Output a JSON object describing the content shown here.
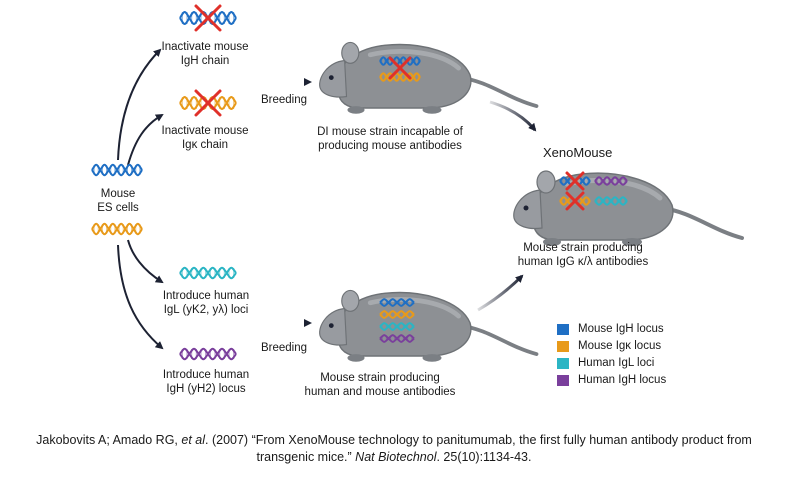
{
  "labels": {
    "inactivate_igh": [
      "Inactivate mouse",
      "IgH chain"
    ],
    "inactivate_igk": [
      "Inactivate mouse",
      "Igκ chain"
    ],
    "es_cells": [
      "Mouse",
      "ES cells"
    ],
    "introduce_igl": [
      "Introduce human",
      "IgL (yK2, yλ) loci"
    ],
    "introduce_igh": [
      "Introduce human",
      "IgH (yH2) locus"
    ],
    "breeding_top": "Breeding",
    "breeding_bottom": "Breeding",
    "di_mouse": [
      "DI mouse strain incapable of",
      "producing mouse antibodies"
    ],
    "xenomouse_title": "XenoMouse",
    "xenomouse_desc": [
      "Mouse strain producing",
      "human IgG κ/λ antibodies"
    ],
    "mixed_mouse": [
      "Mouse strain producing",
      "human and mouse antibodies"
    ]
  },
  "legend": [
    {
      "label": "Mouse IgH locus",
      "color": "#1f6fc4"
    },
    {
      "label": "Mouse Igκ locus",
      "color": "#e89a1a"
    },
    {
      "label": "Human IgL loci",
      "color": "#2bb5c4"
    },
    {
      "label": "Human IgH locus",
      "color": "#7a3f9c"
    }
  ],
  "caption": {
    "authors": "Jakobovits A; Amado RG, ",
    "etal": "et al",
    "rest1": ". (2007) “From XenoMouse technology to panitumumab, the first fully human antibody product from",
    "rest2": "transgenic mice.” ",
    "journal": "Nat Biotechnol",
    "rest3": ". 25(10):1134-43."
  },
  "colors": {
    "mouse_igh": "#1f6fc4",
    "mouse_igk": "#e89a1a",
    "human_igl": "#2bb5c4",
    "human_igh": "#7a3f9c",
    "cross": "#e0302a",
    "mouse_body": "#8d9094",
    "arrow": "#1d2233"
  }
}
